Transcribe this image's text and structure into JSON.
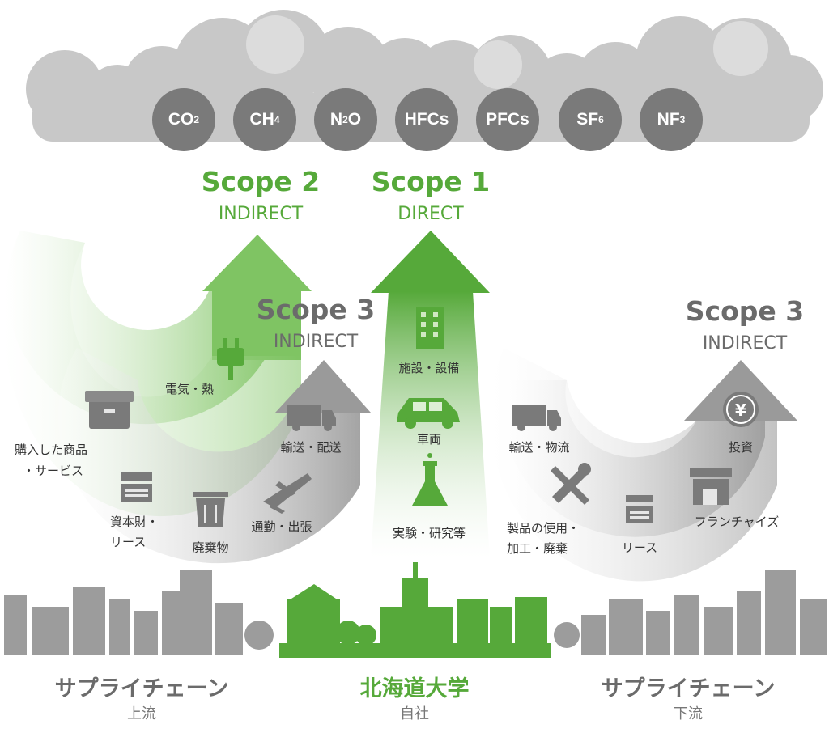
{
  "gases": [
    {
      "base": "CO",
      "sub": "2"
    },
    {
      "base": "CH",
      "sub": "4"
    },
    {
      "base": "N",
      "sub": "2",
      "tail": "O"
    },
    {
      "base": "HFCs",
      "sub": ""
    },
    {
      "base": "PFCs",
      "sub": ""
    },
    {
      "base": "SF",
      "sub": "6"
    },
    {
      "base": "NF",
      "sub": "3"
    }
  ],
  "scope2": {
    "title": "Scope 2",
    "sub": "INDIRECT",
    "items": [
      "電気・熱"
    ]
  },
  "scope1": {
    "title": "Scope 1",
    "sub": "DIRECT",
    "items": [
      "施設・設備",
      "車両",
      "実験・研究等"
    ]
  },
  "scope3_upstream": {
    "title": "Scope 3",
    "sub": "INDIRECT",
    "items": {
      "purchased_1": "購入した商品",
      "purchased_2": "・サービス",
      "capital_1": "資本財・",
      "capital_2": "リース",
      "waste": "廃棄物",
      "commute": "通勤・出張",
      "transport": "輸送・配送"
    }
  },
  "scope3_downstream": {
    "title": "Scope 3",
    "sub": "INDIRECT",
    "items": {
      "transport": "輸送・物流",
      "use_1": "製品の使用・",
      "use_2": "加工・廃棄",
      "lease": "リース",
      "franchise": "フランチャイズ",
      "investment": "投資"
    }
  },
  "footer": {
    "left_title": "サプライチェーン",
    "left_sub": "上流",
    "center_title": "北海道大学",
    "center_sub": "自社",
    "right_title": "サプライチェーン",
    "right_sub": "下流"
  },
  "colors": {
    "green": "#56a93a",
    "gray": "#8a8a8a",
    "cloud": "#c8c8c8",
    "gas_circle": "#7a7a7a"
  }
}
